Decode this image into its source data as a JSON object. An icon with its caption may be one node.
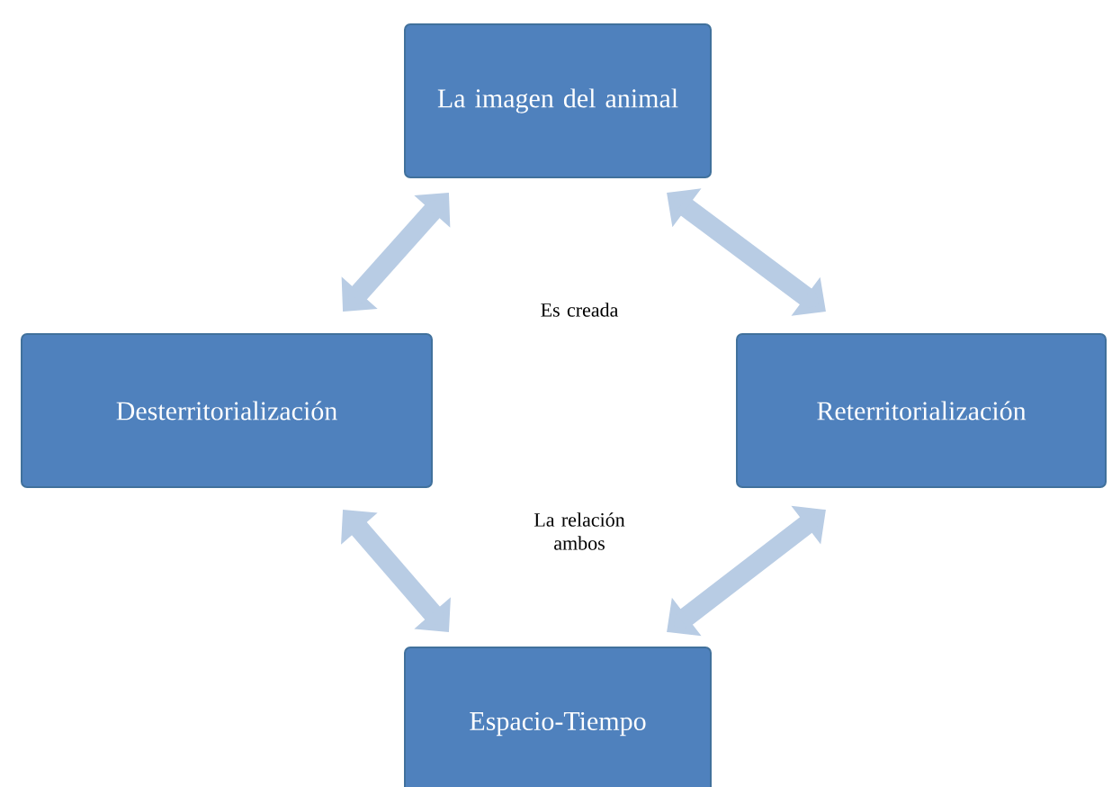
{
  "diagram": {
    "nodes": [
      {
        "text": [
          "La imagen del animal"
        ]
      },
      {
        "text": [
          "Desterritorialización"
        ]
      },
      {
        "text": [
          "Reterritorialización"
        ]
      },
      {
        "text": [
          "Espacio-Tiempo"
        ]
      }
    ],
    "edges": [
      {
        "from": 0,
        "to": 1,
        "arrow": "both"
      },
      {
        "from": 0,
        "to": 2,
        "arrow": "both"
      },
      {
        "from": 1,
        "to": 3,
        "arrow": "both"
      },
      {
        "from": 2,
        "to": 3,
        "arrow": "both"
      }
    ],
    "labels": [
      "Es creada",
      "La relación ambos"
    ]
  }
}
